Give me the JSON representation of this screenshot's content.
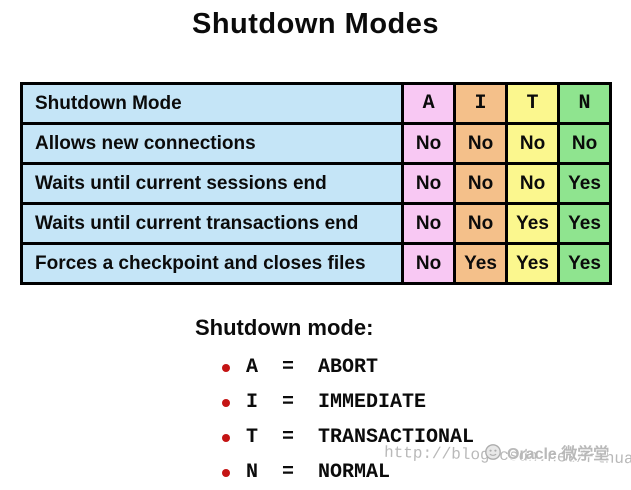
{
  "title": "Shutdown Modes",
  "table": {
    "header": {
      "label": "Shutdown Mode",
      "columns": [
        {
          "label": "A"
        },
        {
          "label": "I"
        },
        {
          "label": "T"
        },
        {
          "label": "N"
        }
      ]
    },
    "rows": [
      {
        "label": "Allows new connections",
        "values": [
          "No",
          "No",
          "No",
          "No"
        ]
      },
      {
        "label": "Waits until current sessions end",
        "values": [
          "No",
          "No",
          "No",
          "Yes"
        ]
      },
      {
        "label": "Waits until current transactions end",
        "values": [
          "No",
          "No",
          "Yes",
          "Yes"
        ]
      },
      {
        "label": "Forces a checkpoint and closes files",
        "values": [
          "No",
          "Yes",
          "Yes",
          "Yes"
        ]
      }
    ]
  },
  "legend": {
    "heading": "Shutdown mode:",
    "items": [
      "A  =  ABORT",
      "I  =  IMMEDIATE",
      "T  =  TRANSACTIONAL",
      "N  =  NORMAL"
    ]
  },
  "watermark": {
    "url": "http://blog.csdn.net/rlhua",
    "brand": "Oracle 微学堂",
    "logo_icon": "bird-logo"
  },
  "colors": {
    "label-bg": "#C5E5F7",
    "col-a": "#F8C8F3",
    "col-i": "#F4C08A",
    "col-t": "#FBF78E",
    "col-n": "#8FE48F",
    "bullet": "#C41414",
    "wm-gray": "#B9B9B9"
  }
}
